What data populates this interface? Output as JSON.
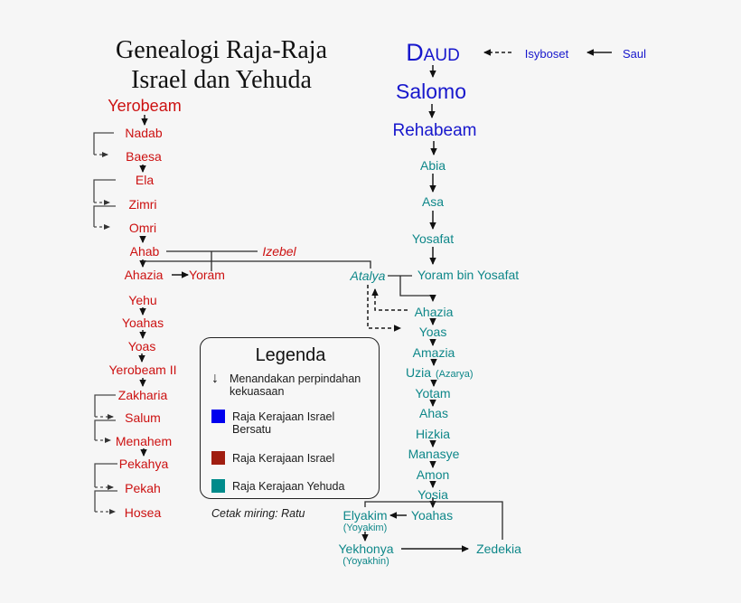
{
  "title": {
    "line1": "Genealogi Raja-Raja",
    "line2": "Israel dan Yehuda"
  },
  "colors": {
    "background": "#f6f6f6",
    "israel_bersatu_text": "#1717cc",
    "israel_text": "#cc1111",
    "yehuda_text": "#0e8789",
    "connector": "#1a1a1a"
  },
  "bersatu": {
    "daud": "Daud",
    "salomo": "Salomo",
    "rehabeam": "Rehabeam",
    "isyboset": "Isyboset",
    "saul": "Saul"
  },
  "israel": {
    "yerobeam": "Yerobeam",
    "nadab": "Nadab",
    "baesa": "Baesa",
    "ela": "Ela",
    "zimri": "Zimri",
    "omri": "Omri",
    "ahab": "Ahab",
    "izebel": "Izebel",
    "ahazia": "Ahazia",
    "yoram": "Yoram",
    "yehu": "Yehu",
    "yoahas": "Yoahas",
    "yoas": "Yoas",
    "yerobeam2": "Yerobeam II",
    "zakharia": "Zakharia",
    "salum": "Salum",
    "menahem": "Menahem",
    "pekahya": "Pekahya",
    "pekah": "Pekah",
    "hosea": "Hosea"
  },
  "yehuda": {
    "abia": "Abia",
    "asa": "Asa",
    "yosafat": "Yosafat",
    "yoram_bin_yosafat": "Yoram bin Yosafat",
    "atalya": "Atalya",
    "ahazia": "Ahazia",
    "yoas": "Yoas",
    "amazia": "Amazia",
    "uzia": "Uzia",
    "uzia_alt": "(Azarya)",
    "yotam": "Yotam",
    "ahas": "Ahas",
    "hizkia": "Hizkia",
    "manasye": "Manasye",
    "amon": "Amon",
    "yosia": "Yosia",
    "elyakim": "Elyakim",
    "elyakim_alt": "(Yoyakim)",
    "yoahas": "Yoahas",
    "yekhonya": "Yekhonya",
    "yekhonya_alt": "(Yoyakhin)",
    "zedekia": "Zedekia"
  },
  "legend": {
    "title": "Legenda",
    "arrow_glyph": "↓",
    "arrow_note": "Menandakan perpindahan kekuasaan",
    "items": [
      {
        "label": "Raja Kerajaan Israel Bersatu",
        "color": "#0000ee"
      },
      {
        "label": "Raja Kerajaan Israel",
        "color": "#a01d10"
      },
      {
        "label": "Raja Kerajaan Yehuda",
        "color": "#008b8b"
      }
    ],
    "note": "Cetak miring: Ratu"
  }
}
